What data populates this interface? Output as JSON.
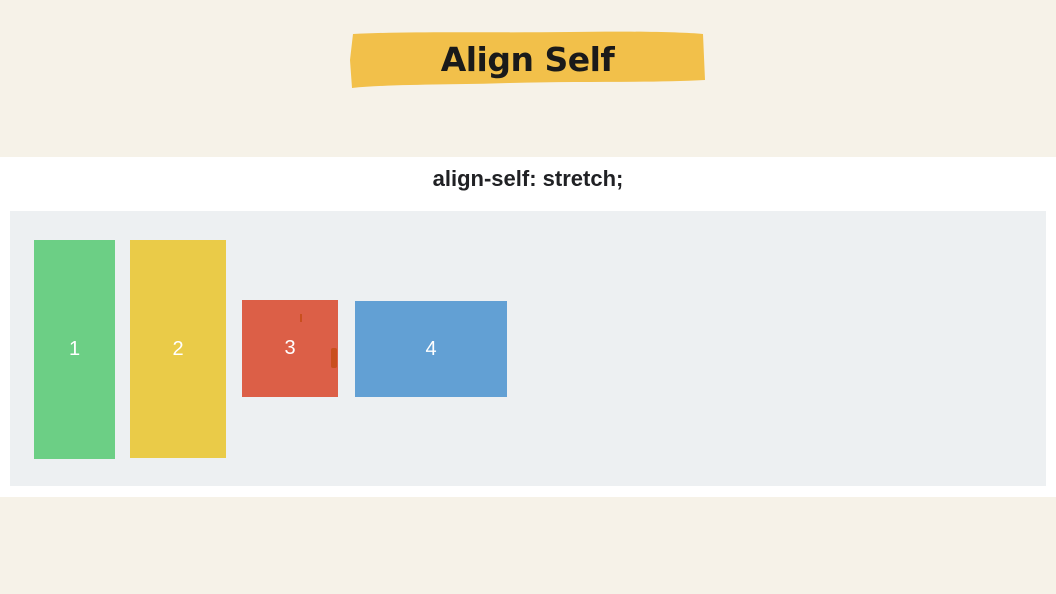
{
  "title": {
    "text": "Align Self",
    "highlight_color": "#f2c04a"
  },
  "demo": {
    "heading": "align-self: stretch;",
    "background_color": "#edf0f2",
    "items": [
      {
        "label": "1",
        "color": "#6ccf85"
      },
      {
        "label": "2",
        "color": "#eacb48"
      },
      {
        "label": "3",
        "color": "#dc5f47"
      },
      {
        "label": "4",
        "color": "#62a0d4"
      }
    ]
  }
}
